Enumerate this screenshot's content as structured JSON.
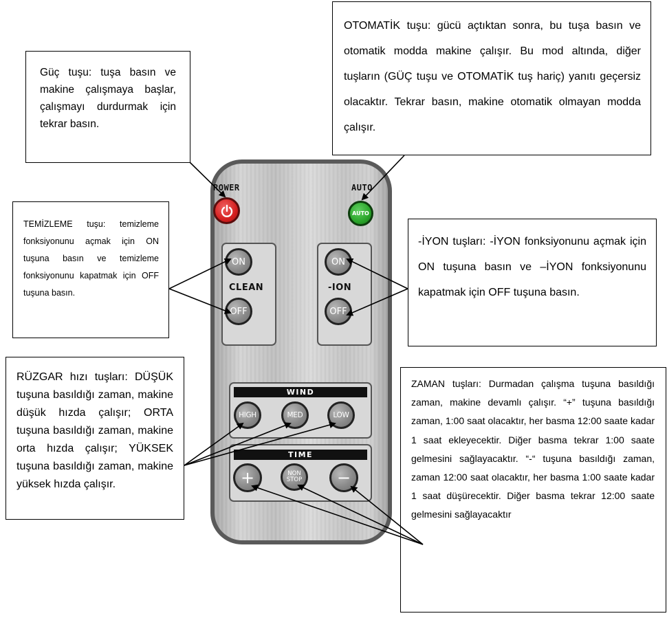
{
  "callouts": {
    "power": "Güç tuşu: tuşa basın ve makine çalışmaya başlar, çalışmayı durdurmak için tekrar basın.",
    "auto": "OTOMATİK tuşu: gücü açtıktan sonra, bu tuşa basın ve otomatik modda makine çalışır. Bu mod altında, diğer tuşların (GÜÇ tuşu ve OTOMATİK tuş hariç) yanıtı geçersiz olacaktır. Tekrar basın, makine otomatik olmayan modda çalışır.",
    "clean": "TEMİZLEME tuşu: temizleme fonksiyonunu açmak için ON tuşuna basın ve temizleme fonksiyonunu kapatmak için OFF tuşuna basın.",
    "ion": "-İYON tuşları: -İYON fonksiyonunu açmak için ON tuşuna basın ve –İYON fonksiyonunu kapatmak için OFF tuşuna basın.",
    "wind": "RÜZGAR hızı tuşları: DÜŞÜK tuşuna basıldığı zaman, makine düşük hızda çalışır; ORTA tuşuna basıldığı zaman, makine orta hızda çalışır; YÜKSEK tuşuna basıldığı zaman, makine yüksek hızda çalışır.",
    "time": "ZAMAN tuşları: Durmadan çalışma tuşuna basıldığı zaman, makine devamlı çalışır. “+” tuşuna basıldığı zaman, 1:00 saat olacaktır, her basma 12:00 saate kadar 1 saat ekleyecektir. Diğer basma tekrar 1:00 saate gelmesini sağlayacaktır. “-“ tuşuna basıldığı zaman, zaman 12:00 saat olacaktır, her basma 1:00 saate kadar 1 saat düşürecektir. Diğer basma tekrar 12:00 saate gelmesini sağlayacaktır"
  },
  "remote": {
    "power_label": "ROWER",
    "auto_label": "AUTO",
    "auto_button_text": "AUTO",
    "clean_on": "ON",
    "clean_off": "OFF",
    "clean_label": "CLEAN",
    "ion_on": "ON",
    "ion_off": "OFF",
    "ion_label": "-ION",
    "wind_label": "WIND",
    "wind_high": "HIGH",
    "wind_med": "MED",
    "wind_low": "LOW",
    "time_label": "TIME",
    "time_plus": "+",
    "time_nonstop_line1": "NON",
    "time_nonstop_line2": "STOP",
    "time_minus": "−"
  },
  "colors": {
    "power_button": "#d42020",
    "auto_button": "#2aa52a",
    "remote_body": "#c8c8c8"
  }
}
